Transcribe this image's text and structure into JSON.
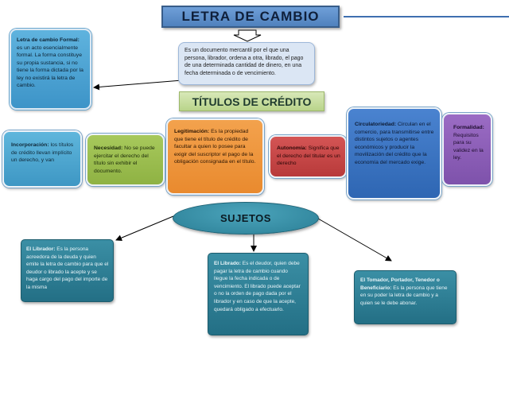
{
  "title": "LETRA DE CAMBIO",
  "definition": "Es un documento mercantil por el que una persona, librador, ordena a otra, librado, el pago de una determinada cantidad de dinero, en una fecha determinada o de vencimiento.",
  "formal": {
    "heading": "Letra de cambio Formal:",
    "text": "es un acto esencialmente formal. La forma constituye su propia sustancia, si no tiene la forma dictada por la ley no existirá la letra de cambio."
  },
  "titulos_title": "TÍTULOS DE CRÉDITO",
  "characteristics": {
    "incorporacion": {
      "label": "Incorporación:",
      "text": "los títulos de crédito llevan implícito un derecho, y van"
    },
    "necesidad": {
      "label": "Necesidad:",
      "text": "No se puede ejercitar el derecho del título sin exhibir el documento."
    },
    "legitimacion": {
      "label": "Legitimación:",
      "text": "Es la propiedad que tiene el título de crédito de facultar a quien lo posee para exigir del suscriptor el pago de la obligación consignada en el título."
    },
    "autonomia": {
      "label": "Autonomía:",
      "text": "Significa que el derecho del titular es un derecho"
    },
    "circulatoriedad": {
      "label": "Circulatoriedad:",
      "text": "Circulan en el comercio, para transmitirse entre distintos sujetos o agentes económicos y producir la movilización del crédito que la economía del mercado exige."
    },
    "formalidad": {
      "label": "Formalidad:",
      "text": "Requisitos para su validez en la ley."
    }
  },
  "sujetos_title": "SUJETOS",
  "subjects": {
    "librador": {
      "label": "El Librador:",
      "text": "Es la persona acreedora de la deuda y quien emite la letra de cambio para que el deudor o librado la acepte y se haga cargo del pago del importe de la misma"
    },
    "librado": {
      "label": "El Librado:",
      "text": "Es el deudor, quien debe pagar la letra de cambio cuando llegue la fecha indicada o de vencimiento. El librado puede aceptar o no la orden de pago dada por el librador y en caso de que la acepte, quedará obligado a efectuarlo."
    },
    "tomador": {
      "label": "El Tomador, Portador, Tenedor o Beneficiario:",
      "text": "Es la persona que tiene en su poder la letra de cambio y a quien se le debe abonar."
    }
  },
  "colors": {
    "title_bg": "#4f81bd",
    "incorporacion": "#4ba7d2",
    "necesidad": "#9bbb59",
    "legitimacion": "#f79646",
    "autonomia": "#c0504d",
    "circulatoriedad": "#3f76c4",
    "formalidad": "#8064a2",
    "subjects": "#31849b"
  }
}
